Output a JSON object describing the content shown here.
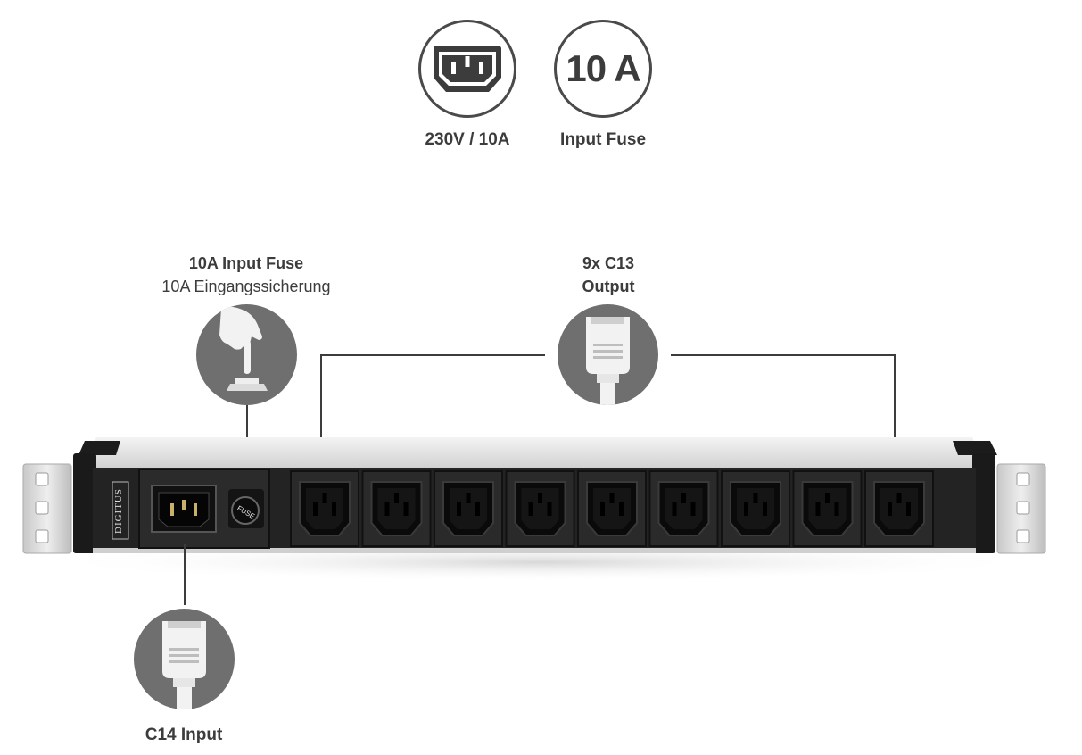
{
  "badges": {
    "connector_caption": "230V / 10A",
    "fuse_badge_text": "10 A",
    "fuse_caption": "Input Fuse"
  },
  "callouts": {
    "fuse_title": "10A Input Fuse",
    "fuse_subtitle": "10A Eingangssicherung",
    "output_title_line1": "9x C13",
    "output_title_line2": "Output",
    "input_title": "C14 Input"
  },
  "device": {
    "brand": "DIGITUS",
    "fuse_label": "FUSE",
    "outlet_count": 9
  },
  "icons": {
    "connector_badge": "c13-socket-icon",
    "fuse_badge": "fuse-rating-icon",
    "fuse_callout": "finger-press-button-icon",
    "output_callout": "c13-plug-icon",
    "input_callout": "c14-plug-icon"
  },
  "colors": {
    "text": "#3c3c3c",
    "callout_circle": "#6f6f6f",
    "pdu_body": "#1c1c1c",
    "pdu_top": "#e8e8e8",
    "bracket": "#d6d6d6"
  }
}
